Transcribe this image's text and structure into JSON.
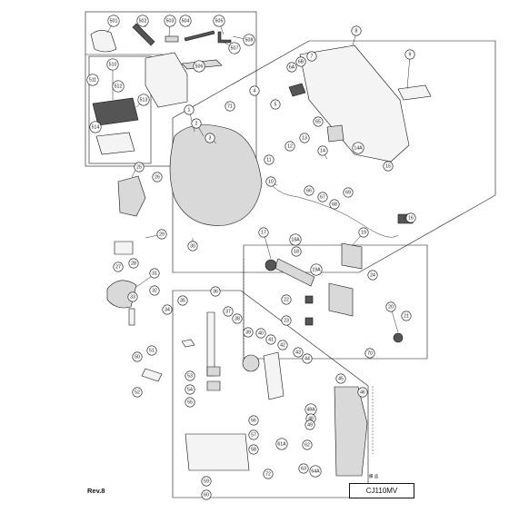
{
  "revision": "Rev.8",
  "model": "CJ110MV",
  "model_small_label": "備 品",
  "parts": [
    {
      "id": "p501",
      "label": "501"
    },
    {
      "id": "p502",
      "label": "502"
    },
    {
      "id": "p503",
      "label": "503"
    },
    {
      "id": "p504",
      "label": "504"
    },
    {
      "id": "p505",
      "label": "505"
    },
    {
      "id": "p506",
      "label": "506"
    },
    {
      "id": "p507",
      "label": "507"
    },
    {
      "id": "p508",
      "label": "508"
    },
    {
      "id": "p510",
      "label": "510"
    },
    {
      "id": "p511",
      "label": "511"
    },
    {
      "id": "p512",
      "label": "512"
    },
    {
      "id": "p513",
      "label": "513"
    },
    {
      "id": "p514",
      "label": "514"
    },
    {
      "id": "p1",
      "label": "1"
    },
    {
      "id": "p2",
      "label": "2"
    },
    {
      "id": "p3",
      "label": "3"
    },
    {
      "id": "p4",
      "label": "4"
    },
    {
      "id": "p5",
      "label": "5"
    },
    {
      "id": "p6A",
      "label": "6A"
    },
    {
      "id": "p6B",
      "label": "6B"
    },
    {
      "id": "p7",
      "label": "7"
    },
    {
      "id": "p8",
      "label": "8"
    },
    {
      "id": "p9",
      "label": "9"
    },
    {
      "id": "p10",
      "label": "10"
    },
    {
      "id": "p11",
      "label": "11"
    },
    {
      "id": "p12",
      "label": "12"
    },
    {
      "id": "p13",
      "label": "13"
    },
    {
      "id": "p14",
      "label": "14"
    },
    {
      "id": "p14A",
      "label": "14A"
    },
    {
      "id": "p15",
      "label": "15"
    },
    {
      "id": "p16",
      "label": "16"
    },
    {
      "id": "p17",
      "label": "17"
    },
    {
      "id": "p18A",
      "label": "18A"
    },
    {
      "id": "p18",
      "label": "18"
    },
    {
      "id": "p19",
      "label": "19"
    },
    {
      "id": "p19A",
      "label": "19A"
    },
    {
      "id": "p20",
      "label": "20"
    },
    {
      "id": "p21",
      "label": "21"
    },
    {
      "id": "p22",
      "label": "22"
    },
    {
      "id": "p23",
      "label": "23"
    },
    {
      "id": "p24",
      "label": "24"
    },
    {
      "id": "p25",
      "label": "25"
    },
    {
      "id": "p26",
      "label": "26"
    },
    {
      "id": "p27",
      "label": "27"
    },
    {
      "id": "p28",
      "label": "28"
    },
    {
      "id": "p29",
      "label": "29"
    },
    {
      "id": "p30",
      "label": "30"
    },
    {
      "id": "p31",
      "label": "31"
    },
    {
      "id": "p32",
      "label": "32"
    },
    {
      "id": "p33",
      "label": "33"
    },
    {
      "id": "p34",
      "label": "34"
    },
    {
      "id": "p35",
      "label": "35"
    },
    {
      "id": "p36",
      "label": "36"
    },
    {
      "id": "p37",
      "label": "37"
    },
    {
      "id": "p38",
      "label": "38"
    },
    {
      "id": "p39",
      "label": "39"
    },
    {
      "id": "p40",
      "label": "40"
    },
    {
      "id": "p41",
      "label": "41"
    },
    {
      "id": "p42",
      "label": "42"
    },
    {
      "id": "p43",
      "label": "43"
    },
    {
      "id": "p44",
      "label": "44"
    },
    {
      "id": "p45",
      "label": "45"
    },
    {
      "id": "p46",
      "label": "46"
    },
    {
      "id": "p48A",
      "label": "48A"
    },
    {
      "id": "p48",
      "label": "48"
    },
    {
      "id": "p49",
      "label": "49"
    },
    {
      "id": "p50",
      "label": "50"
    },
    {
      "id": "p51",
      "label": "51"
    },
    {
      "id": "p52",
      "label": "52"
    },
    {
      "id": "p53",
      "label": "53"
    },
    {
      "id": "p54",
      "label": "54"
    },
    {
      "id": "p55",
      "label": "55"
    },
    {
      "id": "p56",
      "label": "56"
    },
    {
      "id": "p57",
      "label": "57"
    },
    {
      "id": "p58",
      "label": "58"
    },
    {
      "id": "p59",
      "label": "59"
    },
    {
      "id": "p60",
      "label": "60"
    },
    {
      "id": "p61A",
      "label": "61A"
    },
    {
      "id": "p62",
      "label": "62"
    },
    {
      "id": "p63",
      "label": "63"
    },
    {
      "id": "p64A",
      "label": "64A"
    },
    {
      "id": "p65",
      "label": "65"
    },
    {
      "id": "p66",
      "label": "66"
    },
    {
      "id": "p67",
      "label": "67"
    },
    {
      "id": "p68",
      "label": "68"
    },
    {
      "id": "p69",
      "label": "69"
    },
    {
      "id": "p70",
      "label": "70"
    },
    {
      "id": "p71",
      "label": "71"
    },
    {
      "id": "p72",
      "label": "72"
    }
  ]
}
